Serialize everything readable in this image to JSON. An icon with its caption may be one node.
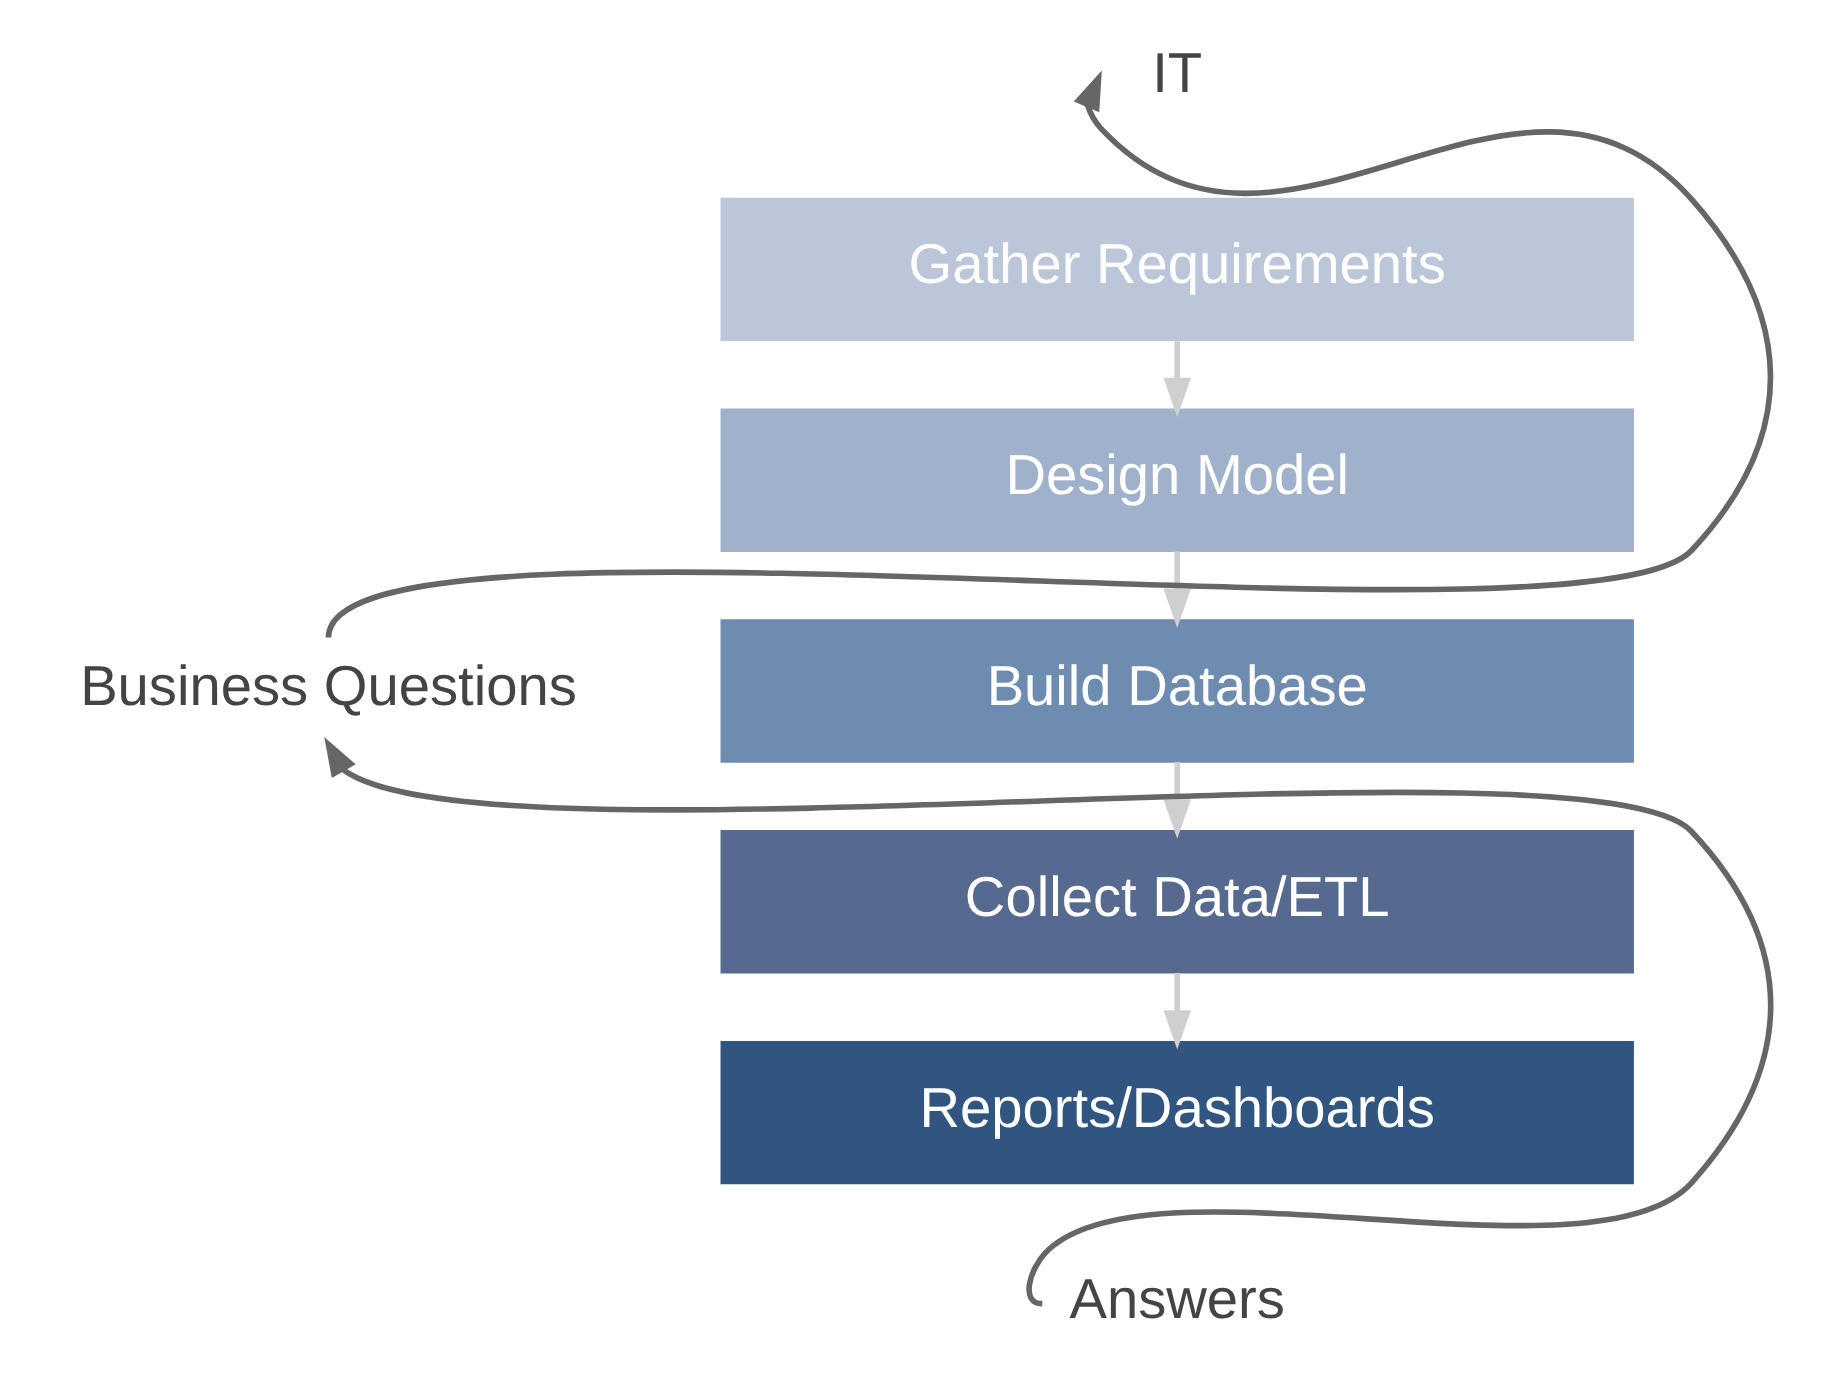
{
  "diagram": {
    "nodes": [
      {
        "text": [
          "IT"
        ]
      },
      {
        "text": [
          "Gather Requirements"
        ]
      },
      {
        "text": [
          "Design Model"
        ]
      },
      {
        "text": [
          "Build Database"
        ]
      },
      {
        "text": [
          "Collect Data/ETL"
        ]
      },
      {
        "text": [
          "Reports/Dashboards"
        ]
      },
      {
        "text": [
          "Business Questions"
        ]
      },
      {
        "text": [
          "Answers"
        ]
      }
    ],
    "edges": [
      {
        "from": 1,
        "to": 2,
        "arrow": "to"
      },
      {
        "from": 2,
        "to": 3,
        "arrow": "to"
      },
      {
        "from": 3,
        "to": 4,
        "arrow": "to"
      },
      {
        "from": 4,
        "to": 5,
        "arrow": "to"
      },
      {
        "from": 6,
        "to": 0,
        "arrow": "to",
        "color": "#666666"
      },
      {
        "from": 7,
        "to": 6,
        "arrow": "to",
        "color": "#666666"
      }
    ]
  }
}
